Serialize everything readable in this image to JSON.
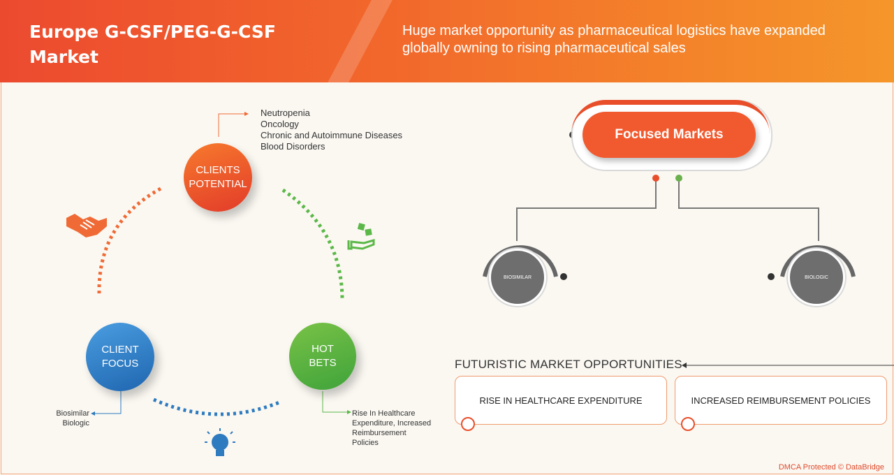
{
  "header": {
    "title": "Europe G-CSF/PEG-G-CSF Market",
    "subtitle": "Huge market opportunity as pharmaceutical logistics have expanded globally owning to rising pharmaceutical sales"
  },
  "cycle": {
    "clients_potential": {
      "line1": "CLIENTS",
      "line2": "POTENTIAL",
      "details": [
        "Neutropenia",
        "Oncology",
        "Chronic and Autoimmune Diseases",
        "Blood Disorders"
      ]
    },
    "client_focus": {
      "line1": "CLIENT",
      "line2": "FOCUS",
      "details": [
        "Biosimilar",
        "Biologic"
      ]
    },
    "hot_bets": {
      "line1": "HOT",
      "line2": "BETS",
      "details": [
        "Rise In Healthcare",
        "Expenditure, Increased",
        "Reimbursement",
        "Policies"
      ]
    }
  },
  "focused_markets": {
    "label": "Focused Markets",
    "segments": [
      "BIOSIMILAR",
      "BIOLOGIC"
    ]
  },
  "futuristic": {
    "title": "FUTURISTIC MARKET OPPORTUNITIES",
    "boxes": [
      "RISE IN HEALTHCARE EXPENDITURE",
      "INCREASED REIMBURSEMENT POLICIES"
    ]
  },
  "footer": {
    "dmca": "DMCA Protected © DataBridge"
  },
  "colors": {
    "orange": "#f15a2f",
    "green": "#5bb848",
    "blue": "#2e7bbf",
    "grey": "#6e6e6e"
  },
  "icons": [
    "handshake-icon",
    "dice-hand-icon",
    "lightbulb-icon"
  ]
}
